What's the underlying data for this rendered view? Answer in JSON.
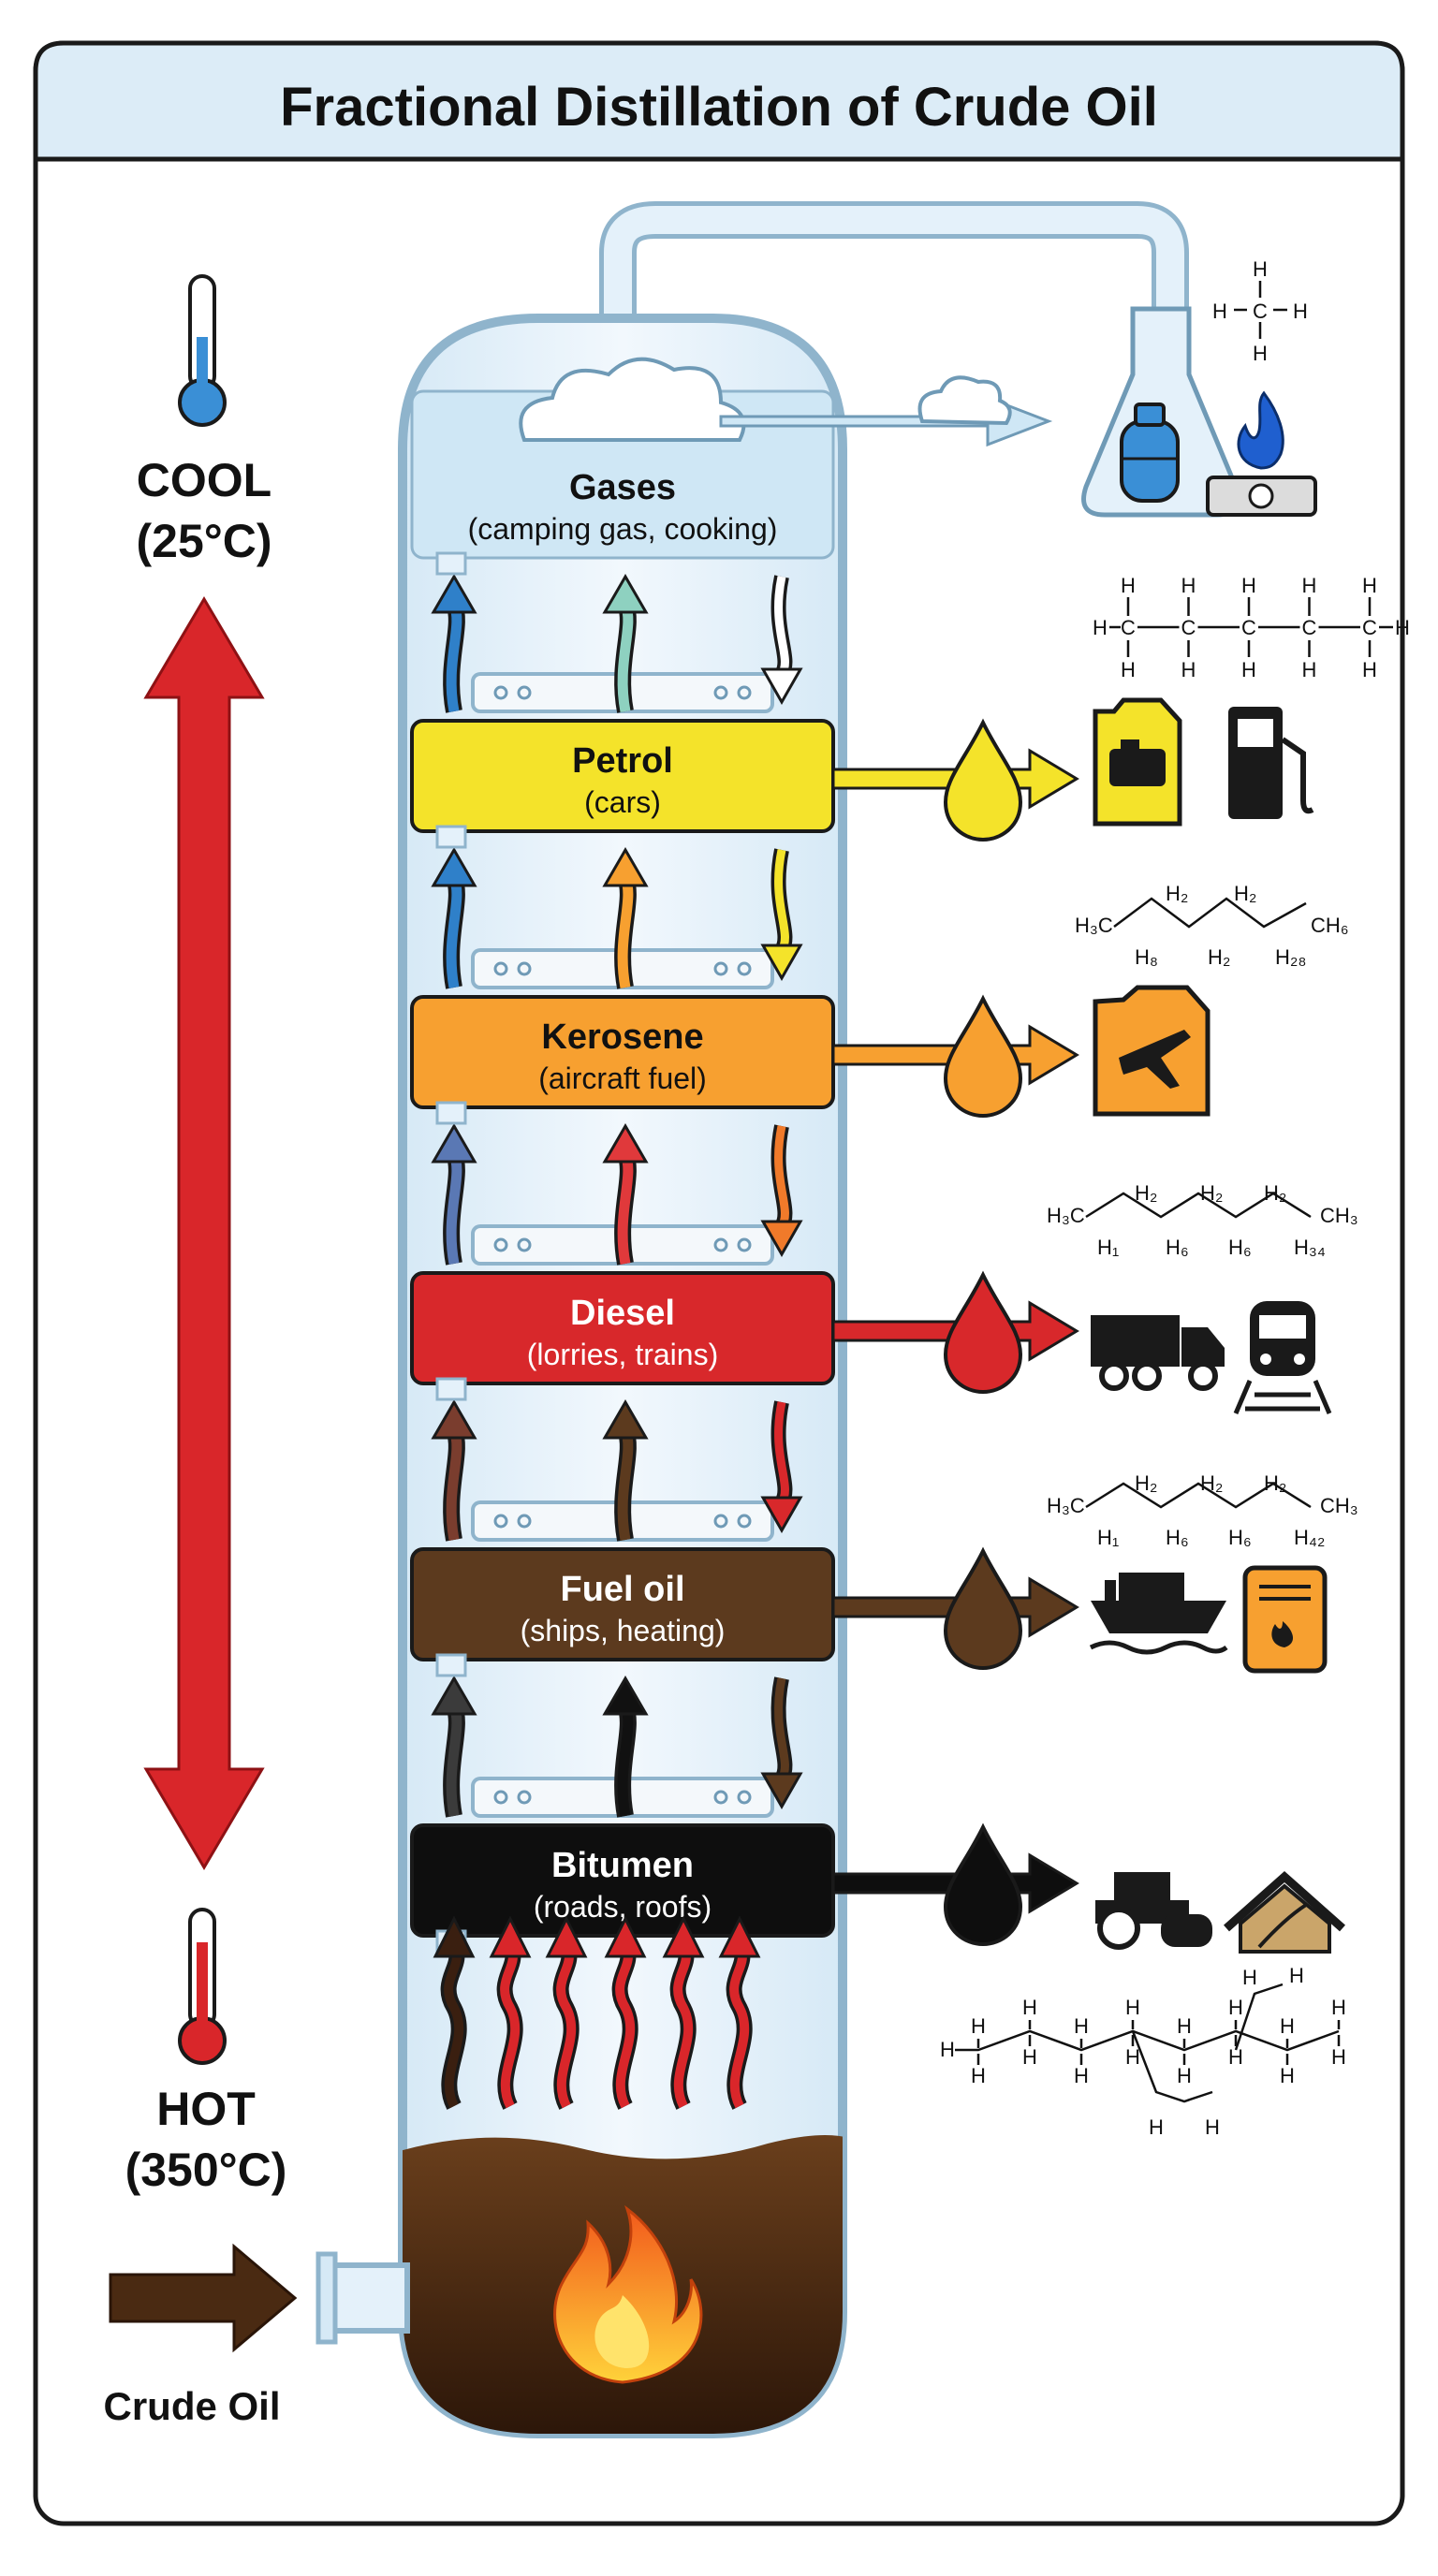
{
  "title": "Fractional Distillation of Crude Oil",
  "temperature_scale": {
    "top_label": "COOL",
    "top_value": "(25°C)",
    "bottom_label": "HOT",
    "bottom_value": "(350°C)"
  },
  "feed_label": "Crude Oil",
  "fractions": [
    {
      "name": "Gases",
      "uses": "(camping gas, cooking)",
      "color": "#cfe7f5",
      "text_color": "#111111",
      "icons": [
        "gas-cylinder-icon",
        "gas-stove-icon"
      ]
    },
    {
      "name": "Petrol",
      "uses": "(cars)",
      "color": "#f4e32a",
      "text_color": "#111111",
      "icons": [
        "fuel-can-engine-icon",
        "fuel-pump-icon"
      ]
    },
    {
      "name": "Kerosene",
      "uses": "(aircraft fuel)",
      "color": "#f7a030",
      "text_color": "#111111",
      "icons": [
        "fuel-can-airplane-icon"
      ]
    },
    {
      "name": "Diesel",
      "uses": "(lorries, trains)",
      "color": "#d8282b",
      "text_color": "#ffffff",
      "icons": [
        "lorry-icon",
        "train-icon"
      ]
    },
    {
      "name": "Fuel oil",
      "uses": "(ships, heating)",
      "color": "#5c3a1e",
      "text_color": "#ffffff",
      "icons": [
        "ship-icon",
        "boiler-icon"
      ]
    },
    {
      "name": "Bitumen",
      "uses": "(roads, roofs)",
      "color": "#0e0e0e",
      "text_color": "#ffffff",
      "icons": [
        "road-roller-icon",
        "roof-icon"
      ]
    }
  ],
  "molecules": {
    "kerosene": {
      "h3c": "H₃C",
      "h2a": "H₂",
      "h2b": "H₂",
      "ch3": "CH₆",
      "s1": "H₈",
      "s2": "H₂",
      "s3": "H₂₈"
    },
    "diesel": {
      "h3c": "H₃C",
      "h2a": "H₂",
      "h2b": "H₂",
      "h2c": "H₂",
      "ch3": "CH₃",
      "s1": "H₁",
      "s2": "H₆",
      "s3": "H₆",
      "s4": "H₃₄"
    },
    "fuel_oil": {
      "h3c": "H₃C",
      "h2a": "H₂",
      "h2b": "H₂",
      "h2c": "H₂",
      "ch3": "CH₃",
      "s1": "H₁",
      "s2": "H₆",
      "s3": "H₆",
      "s4": "H₄₂"
    }
  },
  "colors": {
    "frame_border": "#1a1a1a",
    "title_bar": "#dcecf7",
    "column_glass": "#e4f1fa",
    "column_edge": "#8fb4cc",
    "temperature_arrow": "#d9262a",
    "crude_oil": "#4a2a12",
    "cool": "#3a8fd6",
    "hot": "#d9262a"
  }
}
